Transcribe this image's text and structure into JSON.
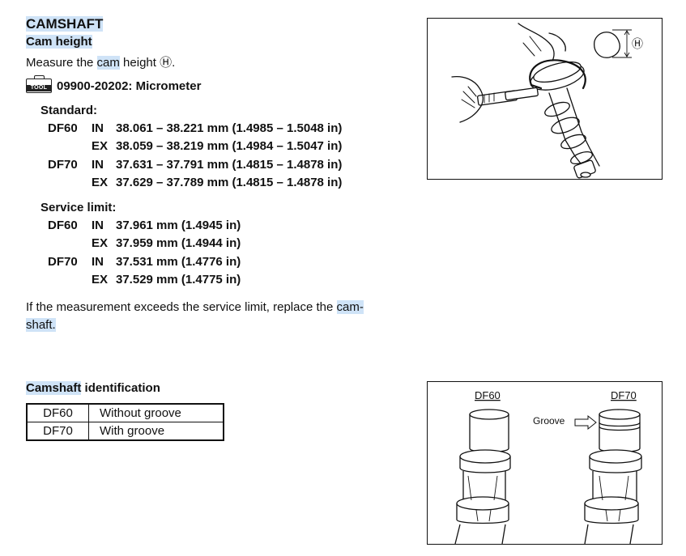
{
  "section": {
    "title": "CAMSHAFT",
    "subtitle": "Cam height",
    "measure_pre": "Measure the ",
    "measure_hl": "cam",
    "measure_post": " height Ⓗ."
  },
  "tool": {
    "icon_text": "TOOL",
    "label": "09900-20202: Micrometer"
  },
  "standard": {
    "heading": "Standard:",
    "rows": [
      {
        "model": "DF60",
        "side": "IN",
        "value": "38.061 – 38.221 mm (1.4985 – 1.5048 in)"
      },
      {
        "model": "",
        "side": "EX",
        "value": "38.059 – 38.219 mm (1.4984 – 1.5047 in)"
      },
      {
        "model": "DF70",
        "side": "IN",
        "value": "37.631 – 37.791 mm (1.4815 – 1.4878 in)"
      },
      {
        "model": "",
        "side": "EX",
        "value": "37.629 – 37.789 mm (1.4815 – 1.4878 in)"
      }
    ]
  },
  "service_limit": {
    "heading": "Service limit:",
    "rows": [
      {
        "model": "DF60",
        "side": "IN",
        "value": "37.961 mm (1.4945 in)"
      },
      {
        "model": "",
        "side": "EX",
        "value": "37.959 mm (1.4944 in)"
      },
      {
        "model": "DF70",
        "side": "IN",
        "value": "37.531 mm (1.4776 in)"
      },
      {
        "model": "",
        "side": "EX",
        "value": "37.529 mm (1.4775 in)"
      }
    ]
  },
  "replace": {
    "pre": "If the measurement exceeds the service limit, replace the ",
    "hl1": "cam-",
    "hl2": "shaft."
  },
  "identification": {
    "title_hl": "Camshaft",
    "title_rest": " identification",
    "rows": [
      {
        "model": "DF60",
        "desc": "Without groove"
      },
      {
        "model": "DF70",
        "desc": "With groove"
      }
    ]
  },
  "figure1": {
    "h_label": "Ⓗ"
  },
  "figure2": {
    "left_label": "DF60",
    "right_label": "DF70",
    "groove_label": "Groove"
  }
}
